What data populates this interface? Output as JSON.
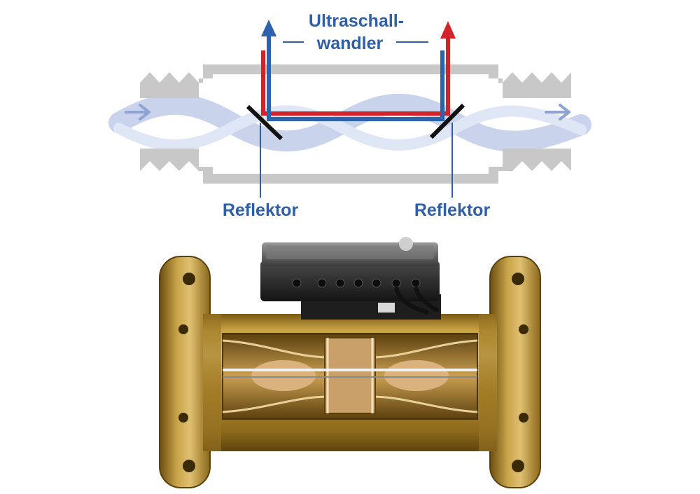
{
  "diagram": {
    "transducer_label_line1": "Ultraschall-",
    "transducer_label_line2": "wandler",
    "reflector_left_label": "Reflektor",
    "reflector_right_label": "Reflektor"
  },
  "colors": {
    "label_blue": "#2f5fa7",
    "beam_red": "#d2232a",
    "beam_blue": "#2e62ad",
    "pipe_gray": "#c8c8c8",
    "flow_light_blue": "#c9d4ec",
    "reflector_black": "#111111",
    "brass": "#b88f2e",
    "meter_housing": "#2a2a2a"
  },
  "icons": {
    "flow_in": "flow-arrow-right-icon",
    "flow_out": "flow-arrow-right-icon",
    "up_arrow_left": "arrow-up-icon",
    "up_arrow_right": "arrow-up-icon"
  }
}
